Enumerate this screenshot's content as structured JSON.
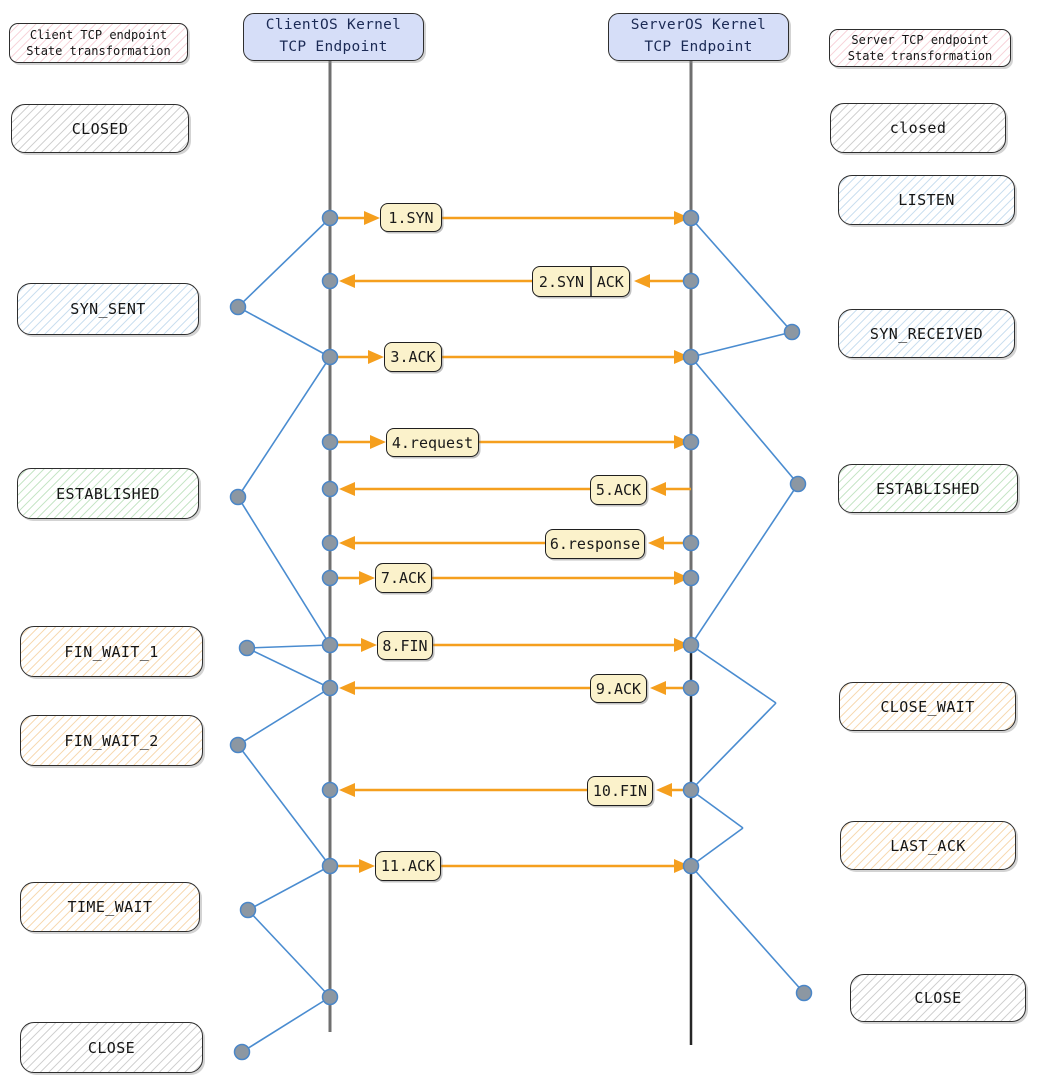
{
  "legends": {
    "client": {
      "line1": "Client TCP endpoint",
      "line2": "State transformation"
    },
    "server": {
      "line1": "Server TCP endpoint",
      "line2": "State transformation"
    }
  },
  "kernels": {
    "client": {
      "line1": "ClientOS Kernel",
      "line2": "TCP Endpoint"
    },
    "server": {
      "line1": "ServerOS Kernel",
      "line2": "TCP Endpoint"
    }
  },
  "client_states": [
    {
      "label": "CLOSED",
      "color": "gray"
    },
    {
      "label": "SYN_SENT",
      "color": "blue"
    },
    {
      "label": "ESTABLISHED",
      "color": "green"
    },
    {
      "label": "FIN_WAIT_1",
      "color": "orange"
    },
    {
      "label": "FIN_WAIT_2",
      "color": "orange"
    },
    {
      "label": "TIME_WAIT",
      "color": "orange"
    },
    {
      "label": "CLOSE",
      "color": "gray"
    }
  ],
  "server_states": [
    {
      "label": "closed",
      "color": "gray"
    },
    {
      "label": "LISTEN",
      "color": "blue"
    },
    {
      "label": "SYN_RECEIVED",
      "color": "blue"
    },
    {
      "label": "ESTABLISHED",
      "color": "green"
    },
    {
      "label": "CLOSE_WAIT",
      "color": "orange"
    },
    {
      "label": "LAST_ACK",
      "color": "orange"
    },
    {
      "label": "CLOSE",
      "color": "gray"
    }
  ],
  "messages": [
    {
      "label": "1.SYN",
      "direction": "client-to-server"
    },
    {
      "label_left": "2.SYN",
      "label_right": "ACK",
      "direction": "server-to-client"
    },
    {
      "label": "3.ACK",
      "direction": "client-to-server"
    },
    {
      "label": "4.request",
      "direction": "client-to-server"
    },
    {
      "label": "5.ACK",
      "direction": "server-to-client"
    },
    {
      "label": "6.response",
      "direction": "server-to-client"
    },
    {
      "label": "7.ACK",
      "direction": "client-to-server"
    },
    {
      "label": "8.FIN",
      "direction": "client-to-server"
    },
    {
      "label": "9.ACK",
      "direction": "server-to-client"
    },
    {
      "label": "10.FIN",
      "direction": "server-to-client"
    },
    {
      "label": "11.ACK",
      "direction": "client-to-server"
    }
  ],
  "colors": {
    "arrow_orange": "#f59f1e",
    "connector_blue": "#4a8cd0",
    "dot_fill": "#8c97a2",
    "dot_stroke": "#4a86c8",
    "lifeline_gray": "#6f6f6f",
    "lifeline_dark": "#262626",
    "message_fill": "#fbf2cb",
    "kernel_fill": "#d6def8"
  }
}
